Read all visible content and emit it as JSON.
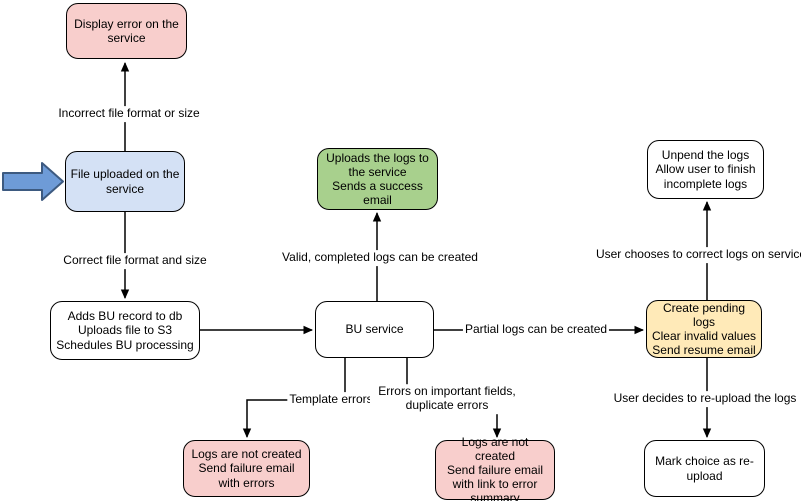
{
  "diagram": {
    "title": "",
    "nodes": {
      "display_error": {
        "lines": [
          "Display error on the service"
        ],
        "color": "#f8cecc"
      },
      "file_uploaded": {
        "lines": [
          "File uploaded on the service"
        ],
        "color": "#d4e1f5"
      },
      "adds_bu": {
        "lines": [
          "Adds BU record to db",
          "Uploads file to S3",
          "Schedules BU processing"
        ],
        "color": "#ffffff"
      },
      "bu_service": {
        "lines": [
          "BU service"
        ],
        "color": "#ffffff"
      },
      "uploads_logs": {
        "lines": [
          "Uploads the logs to the service",
          "Sends a success email"
        ],
        "color": "#a8d08d"
      },
      "unpend": {
        "lines": [
          "Unpend the logs",
          "Allow user to finish incomplete logs"
        ],
        "color": "#ffffff"
      },
      "create_pending": {
        "lines": [
          "Create pending logs",
          "Clear invalid values",
          "Send resume email"
        ],
        "color": "#ffeab8"
      },
      "mark_choice": {
        "lines": [
          "Mark choice as re-upload"
        ],
        "color": "#ffffff"
      },
      "logs_fail_template": {
        "lines": [
          "Logs are not created",
          "Send failure email with errors"
        ],
        "color": "#f8cecc"
      },
      "logs_fail_fields": {
        "lines": [
          "Logs are not created",
          "Send failure email with link to error summary"
        ],
        "color": "#f8cecc"
      }
    },
    "edge_labels": {
      "incorrect_format": "Incorrect file format or size",
      "correct_format": "Correct file format and size",
      "valid_completed": "Valid, completed logs can be created",
      "partial_logs": "Partial logs can be created",
      "user_corrects": "User chooses to correct logs on service",
      "user_reuploads": "User decides to re-upload the logs",
      "template_errors": "Template errors",
      "field_errors": "Errors on important fields, duplicate errors"
    },
    "colors": {
      "node_pink": "#f8cecc",
      "node_blue": "#d4e1f5",
      "node_green": "#a8d08d",
      "node_yellow": "#ffeab8",
      "node_white": "#ffffff",
      "stroke": "#000000",
      "start_arrow_fill": "#6e9bd7",
      "start_arrow_stroke": "#3d5a80"
    }
  }
}
